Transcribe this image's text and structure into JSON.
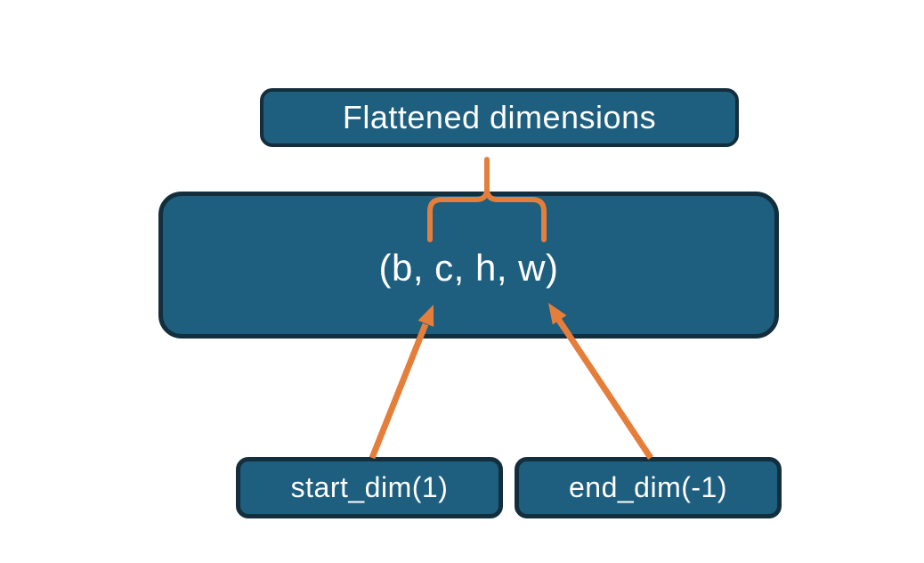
{
  "diagram": {
    "nodes": {
      "title": {
        "label": "Flattened dimensions"
      },
      "tensor": {
        "label": "(b, c, h, w)"
      },
      "start": {
        "label": "start_dim(1)"
      },
      "end": {
        "label": "end_dim(-1)"
      }
    },
    "connectors": {
      "brace": "flatten-range-brace",
      "arrow_left": "start-dim-arrow",
      "arrow_right": "end-dim-arrow"
    }
  },
  "colors": {
    "node_fill": "#1e5e7e",
    "node_border": "#132e3c",
    "accent": "#e67e3b",
    "text": "#ffffff",
    "background": "#ffffff"
  }
}
